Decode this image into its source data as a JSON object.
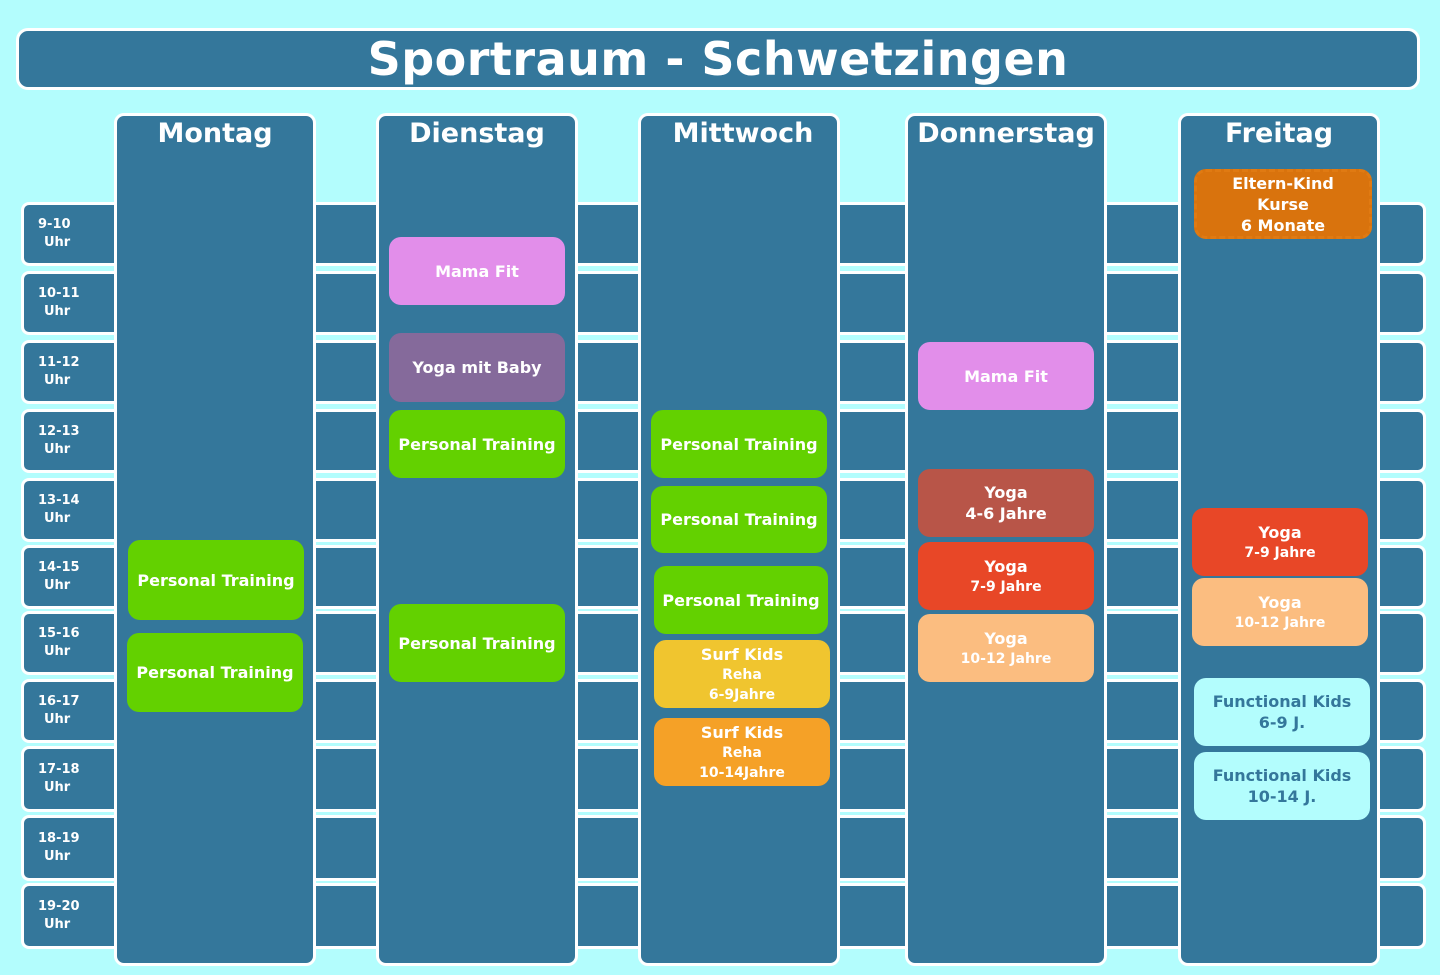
{
  "title": "Sportraum - Schwetzingen",
  "days": [
    "Montag",
    "Dienstag",
    "Mittwoch",
    "Donnerstag",
    "Freitag"
  ],
  "times": [
    {
      "a": "9-10",
      "b": "Uhr"
    },
    {
      "a": "10-11",
      "b": "Uhr"
    },
    {
      "a": "11-12",
      "b": "Uhr"
    },
    {
      "a": "12-13",
      "b": "Uhr"
    },
    {
      "a": "13-14",
      "b": "Uhr"
    },
    {
      "a": "14-15",
      "b": "Uhr"
    },
    {
      "a": "15-16",
      "b": "Uhr"
    },
    {
      "a": "16-17",
      "b": "Uhr"
    },
    {
      "a": "17-18",
      "b": "Uhr"
    },
    {
      "a": "18-19",
      "b": "Uhr"
    },
    {
      "a": "19-20",
      "b": "Uhr"
    }
  ],
  "events": {
    "mo1": {
      "l1": "Personal Training"
    },
    "mo2": {
      "l1": "Personal Training"
    },
    "di1": {
      "l1": "Mama Fit"
    },
    "di2": {
      "l1": "Yoga mit Baby"
    },
    "di3": {
      "l1": "Personal Training"
    },
    "di4": {
      "l1": "Personal Training"
    },
    "mi1": {
      "l1": "Personal Training"
    },
    "mi2": {
      "l1": "Personal Training"
    },
    "mi3": {
      "l1": "Personal Training"
    },
    "mi4": {
      "l1": "Surf Kids",
      "l2": "Reha",
      "l3": "6-9Jahre"
    },
    "mi5": {
      "l1": "Surf Kids",
      "l2": "Reha",
      "l3": "10-14Jahre"
    },
    "do1": {
      "l1": "Mama Fit"
    },
    "do2": {
      "l1": "Yoga",
      "l2": "4-6 Jahre"
    },
    "do3": {
      "l1": "Yoga",
      "l2": "7-9 Jahre"
    },
    "do4": {
      "l1": "Yoga",
      "l2": "10-12 Jahre"
    },
    "fr1": {
      "l1": "Eltern-Kind",
      "l2": "Kurse",
      "l3": "6 Monate"
    },
    "fr2": {
      "l1": "Yoga",
      "l2": "7-9 Jahre"
    },
    "fr3": {
      "l1": "Yoga",
      "l2": "10-12 Jahre"
    },
    "fr4": {
      "l1": "Functional Kids",
      "l2": "6-9 J."
    },
    "fr5": {
      "l1": "Functional Kids",
      "l2": "10-14 J."
    }
  },
  "colors": {
    "background": "#b3fdfd",
    "panel": "#34779b",
    "green": "#63d100",
    "pink": "#e28eea",
    "purple": "#856a9b",
    "brown_red": "#b85548",
    "red": "#e84727",
    "peach": "#fbbd80",
    "yellow": "#f0c52f",
    "orange": "#f5a127",
    "dark_orange": "#d9730d",
    "light_cyan": "#b3fdfd"
  }
}
